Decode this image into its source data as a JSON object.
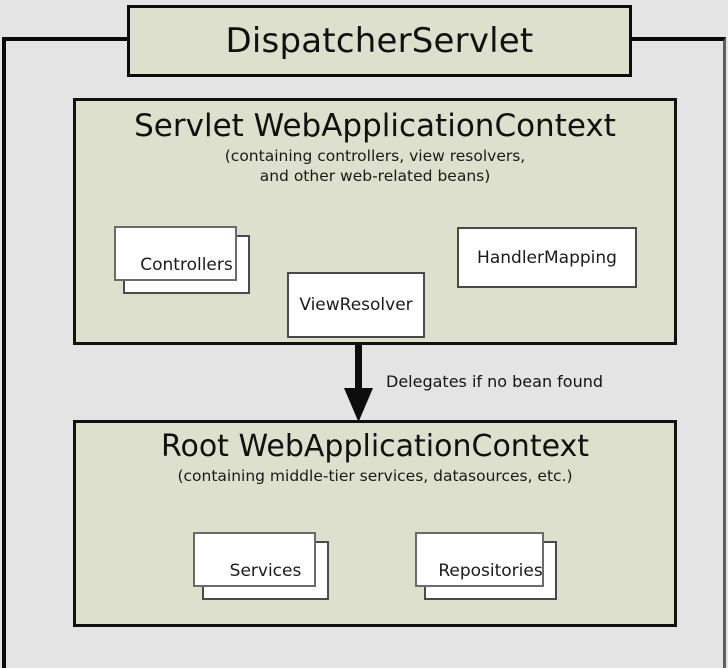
{
  "diagram": {
    "title": "DispatcherServlet",
    "background_color": "#e4e4e4",
    "panel_color": "#dde0cc",
    "node_color": "#ffffff",
    "border_color": "#111111"
  },
  "servlet_context": {
    "heading": "Servlet WebApplicationContext",
    "subtitle_line_1": "(containing controllers, view resolvers,",
    "subtitle_line_2": "and other web-related beans)",
    "nodes": [
      {
        "label": "Controllers",
        "stacked": true
      },
      {
        "label": "ViewResolver",
        "stacked": false
      },
      {
        "label": "HandlerMapping",
        "stacked": false
      }
    ]
  },
  "root_context": {
    "heading": "Root WebApplicationContext",
    "subtitle_line_1": "(containing middle-tier services, datasources, etc.)",
    "nodes": [
      {
        "label": "Services",
        "stacked": true
      },
      {
        "label": "Repositories",
        "stacked": true
      }
    ]
  },
  "connector": {
    "label": "Delegates if no bean found",
    "from": "Servlet WebApplicationContext",
    "to": "Root WebApplicationContext",
    "style": "solid-arrow-down"
  }
}
